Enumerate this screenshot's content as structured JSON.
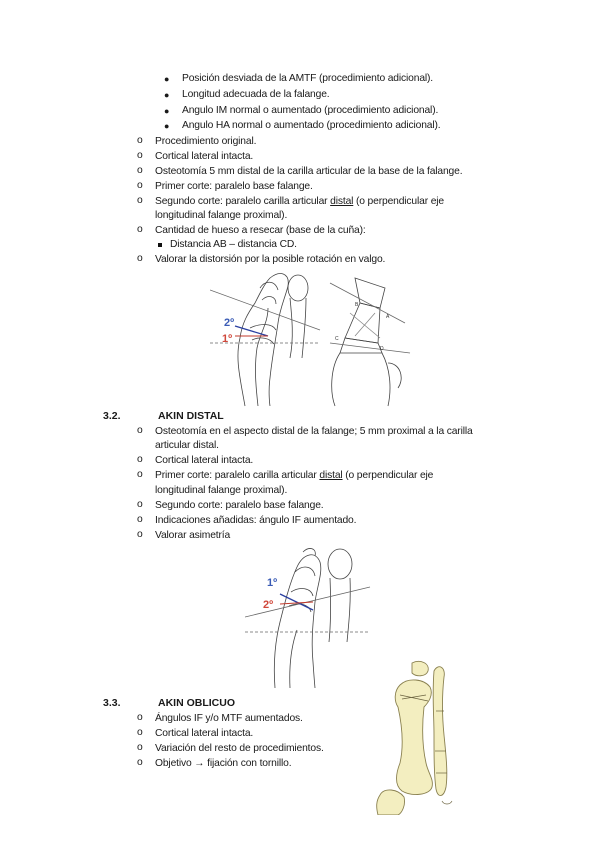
{
  "top_bullets": [
    "Posición desviada de la AMTF (procedimiento adicional).",
    "Longitud adecuada de la falange.",
    "Angulo IM normal o aumentado (procedimiento adicional).",
    "Angulo HA normal o aumentado (procedimiento adicional)."
  ],
  "list1": [
    "Procedimiento original.",
    "Cortical lateral intacta.",
    "Osteotomía 5 mm distal de la carilla articular de la base de la falange.",
    "Primer corte: paralelo base falange.",
    "Segundo corte: paralelo carilla articular ",
    "distal",
    " (o perpendicular eje",
    "longitudinal falange proximal).",
    "Cantidad de hueso a resecar (base de la cuña):",
    "Distancia AB – distancia CD.",
    "Valorar la distorsión por la posible rotación en valgo."
  ],
  "fig1": {
    "label_2": "2º",
    "label_1": "1º",
    "label_a": "A",
    "label_b": "B",
    "label_c": "C",
    "label_d": "D"
  },
  "sec32": {
    "number": "3.2.",
    "title": "AKIN DISTAL",
    "items": [
      "Osteotomía en el aspecto distal de la falange; 5 mm proximal a la carilla",
      "articular distal.",
      "Cortical lateral intacta.",
      "Primer corte: paralelo carilla articular ",
      "distal",
      " (o perpendicular eje",
      "longitudinal falange proximal).",
      "Segundo corte: paralelo base falange.",
      "Indicaciones añadidas: ángulo IF aumentado.",
      "Valorar asimetría"
    ]
  },
  "fig2": {
    "label_1": "1º",
    "label_2": "2º"
  },
  "sec33": {
    "number": "3.3.",
    "title": "AKIN OBLICUO",
    "items": [
      "Ángulos IF y/o MTF aumentados.",
      "Cortical lateral intacta.",
      "Variación del resto de procedimientos.",
      "Objetivo → fijación con tornillo."
    ]
  },
  "colors": {
    "blue_label": "#3a5bb5",
    "red_label": "#d0473a",
    "bone_fill": "#f3eec0"
  }
}
